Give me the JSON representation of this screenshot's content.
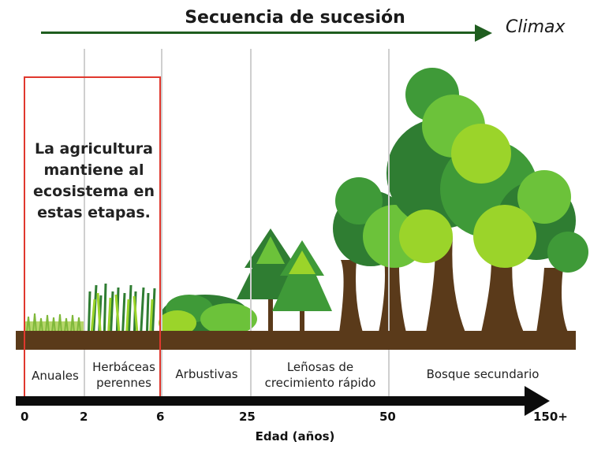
{
  "title": "Secuencia de sucesión",
  "climax_label": "Climax",
  "agriculture_note": "La agricultura mantiene al ecosistema en estas etapas.",
  "stages": [
    {
      "label": "Anuales"
    },
    {
      "label": "Herbáceas perennes"
    },
    {
      "label": "Arbustivas"
    },
    {
      "label": "Leñosas de crecimiento rápido"
    },
    {
      "label": "Bosque secundario"
    }
  ],
  "axis": {
    "ticks": [
      "0",
      "2",
      "6",
      "25",
      "50",
      "150+"
    ],
    "label": "Edad (años)"
  },
  "colors": {
    "arrow_top": "#1f5d1f",
    "box_border": "#e0382e",
    "ground": "#5a3a1a",
    "foliage_dark": "#2f7d32",
    "foliage_light": "#9bd42a",
    "trunk": "#5a3a1a"
  }
}
